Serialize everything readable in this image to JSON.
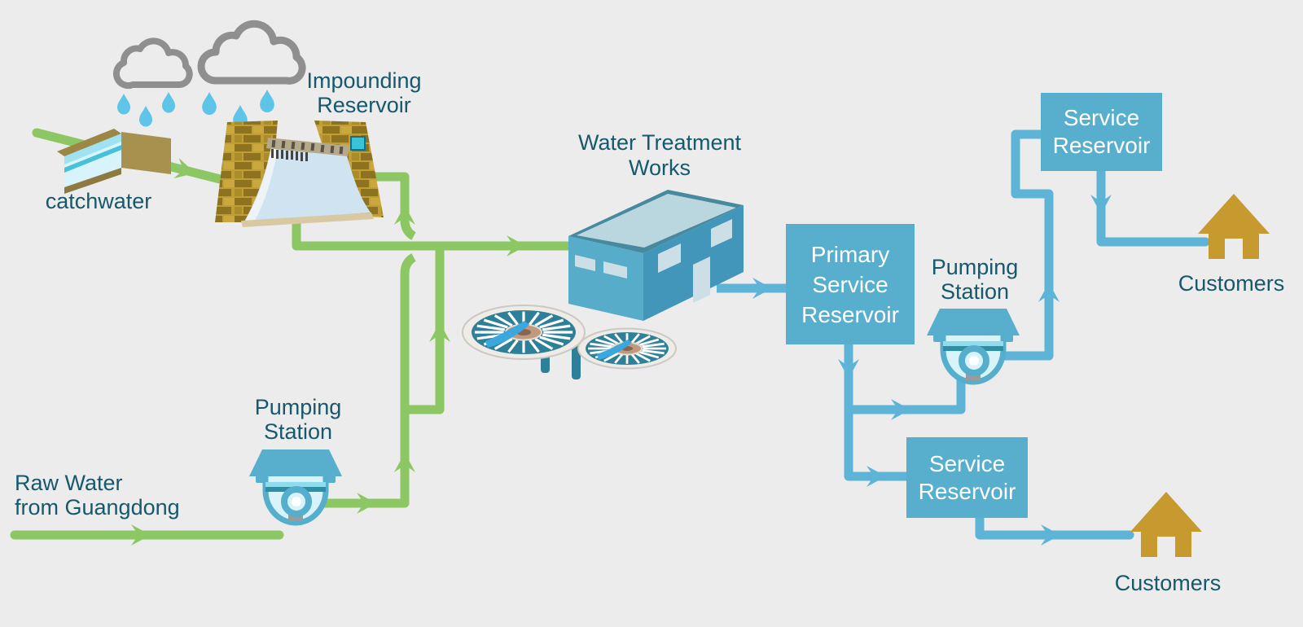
{
  "diagram": {
    "type": "water-supply-flow-diagram",
    "background_color": "#ececec",
    "labels": {
      "impounding_reservoir": "Impounding\nReservoir",
      "catchwater": "catchwater",
      "water_treatment_works": "Water Treatment\nWorks",
      "raw_water_source": "Raw Water\nfrom Guangdong",
      "pumping_station_raw": "Pumping\nStation",
      "pumping_station_treated": "Pumping\nStation",
      "primary_service_reservoir": "Primary\nService\nReservoir",
      "service_reservoir_upper": "Service\nReservoir",
      "service_reservoir_lower": "Service\nReservoir",
      "customers_upper": "Customers",
      "customers_lower": "Customers"
    },
    "icons": [
      "rain-cloud-icon",
      "raindrop-icon",
      "catchwater-channel-icon",
      "dam-icon",
      "treatment-plant-building-icon",
      "clarifier-tank-icon",
      "pump-icon",
      "house-icon"
    ],
    "colors": {
      "raw_water_pipe_green": "#8cc764",
      "treated_water_pipe_blue": "#5db4d6",
      "reservoir_box_blue": "#58aecd",
      "label_text_teal": "#16586c",
      "box_text_white": "#ffffff",
      "house_gold": "#c79a30",
      "cloud_gray": "#8f8f8f",
      "raindrop_blue": "#5ec4e8",
      "dam_brick_gold": "#c19d35",
      "building_face_blue": "#56acc9"
    }
  }
}
